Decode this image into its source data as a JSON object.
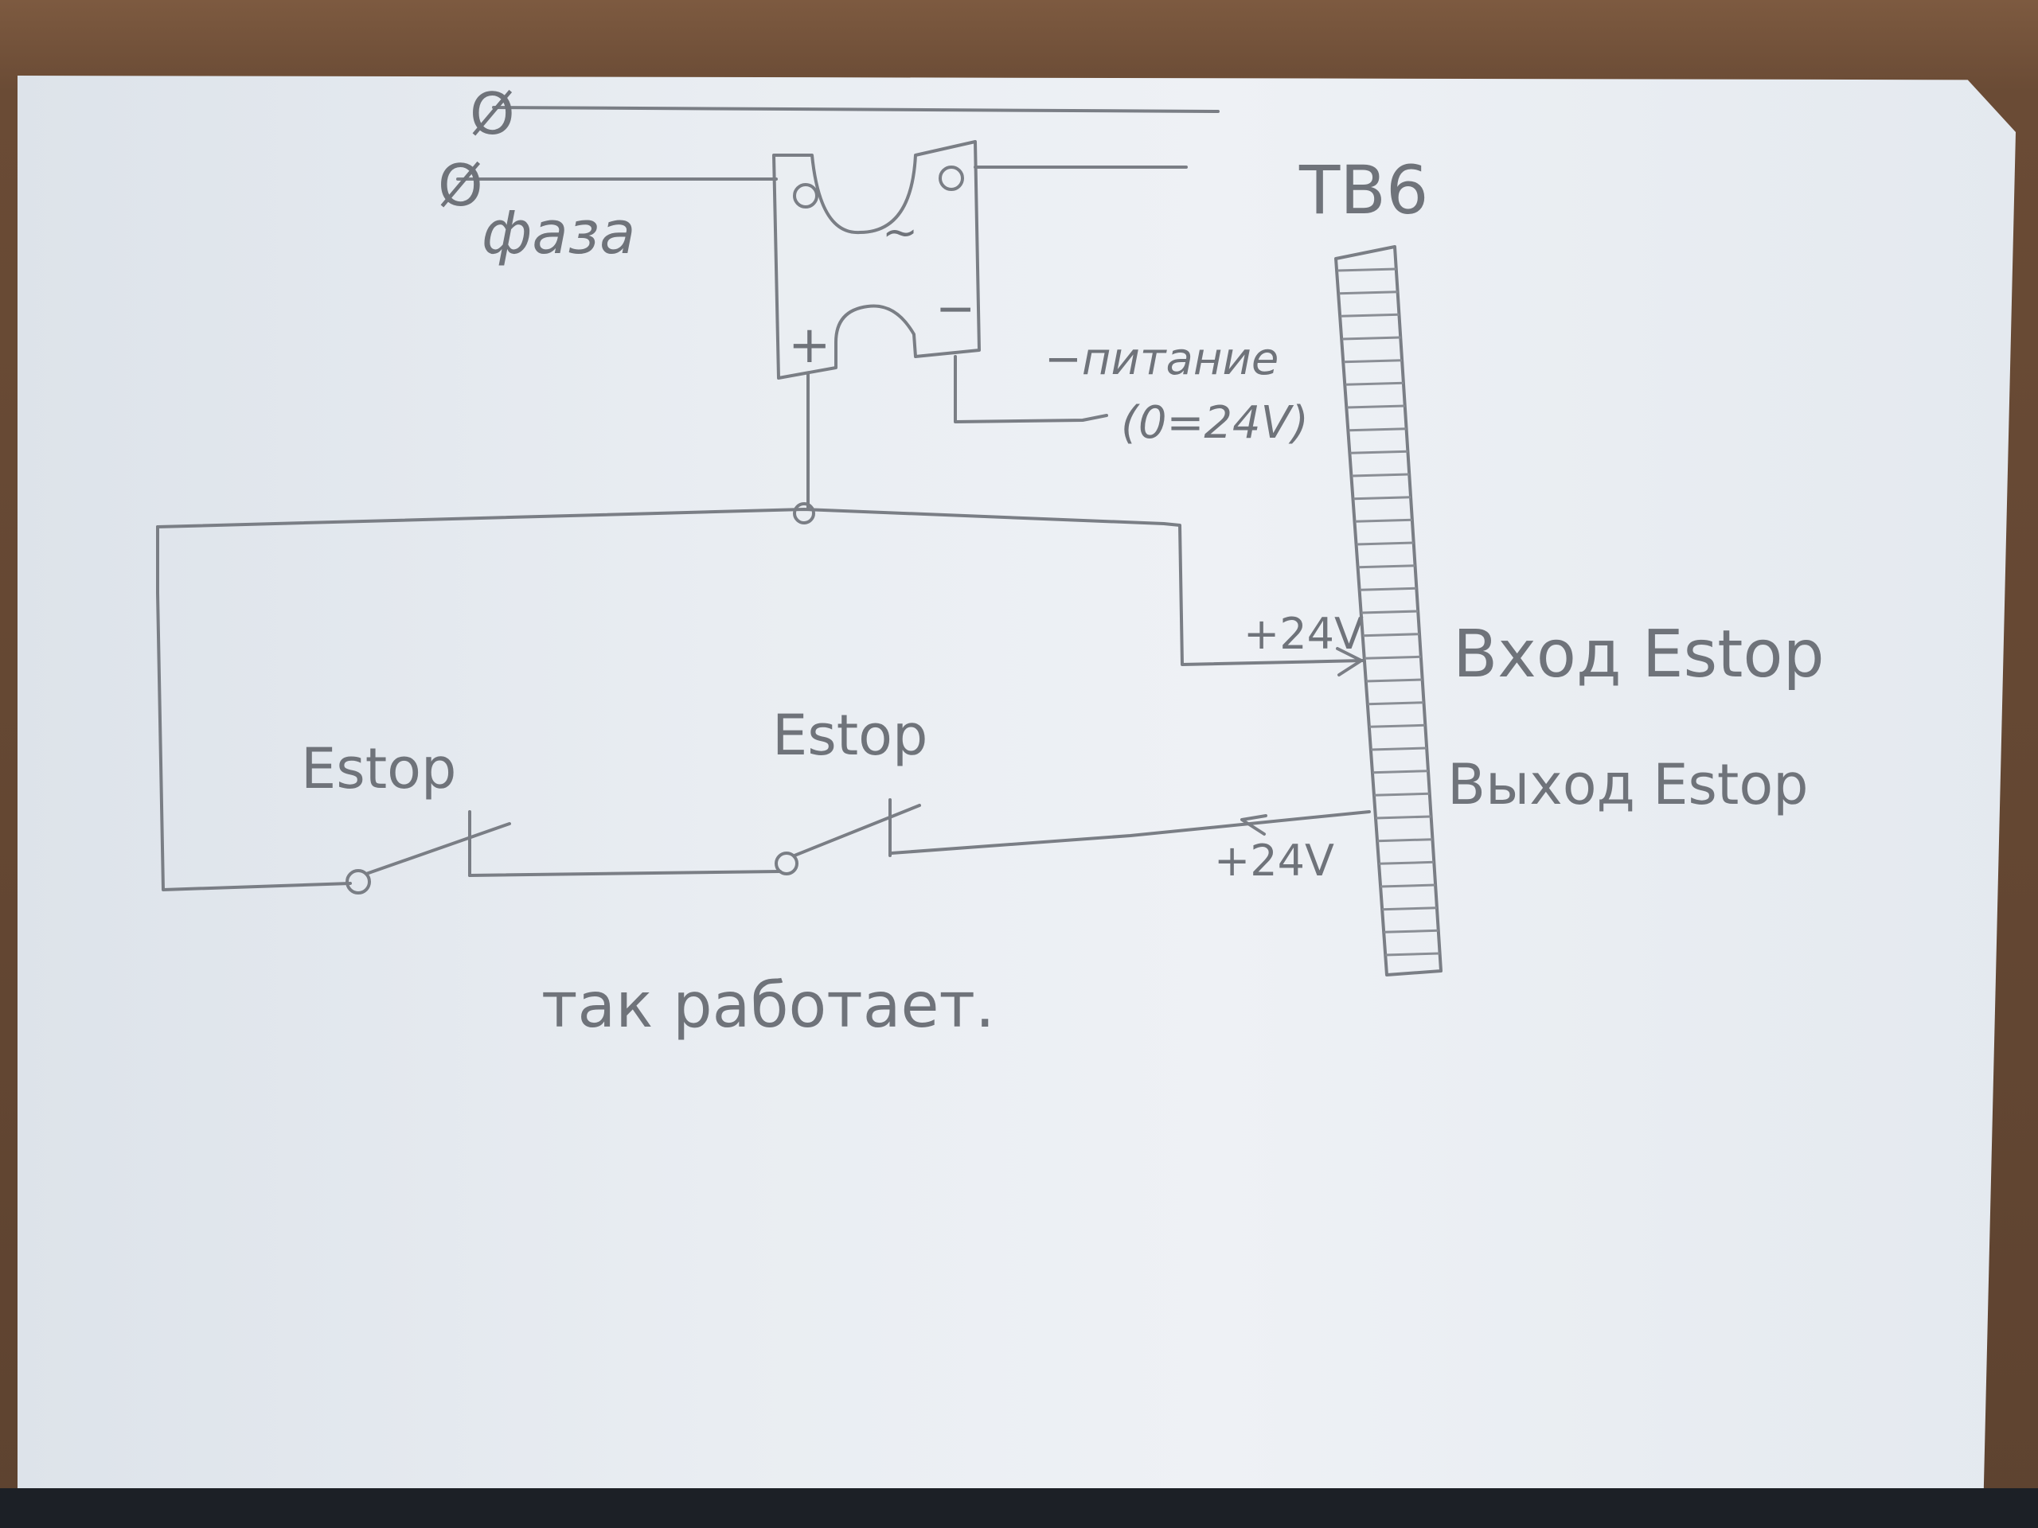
{
  "labels": {
    "phase_symbol_1": "Ø",
    "phase_symbol_2": "Ø",
    "phase": "фаза",
    "tb6": "TB6",
    "ac_symbol": "~",
    "plus": "+",
    "minus": "−",
    "power_label": "−питание",
    "power_range": "(0=24V)",
    "plus24_in": "+24V",
    "plus24_out": "+24V",
    "estop_in": "Вход Estop",
    "estop_out": "Выход Estop",
    "estop_switch_1": "Estop",
    "estop_switch_2": "Estop",
    "caption": "так работает."
  }
}
